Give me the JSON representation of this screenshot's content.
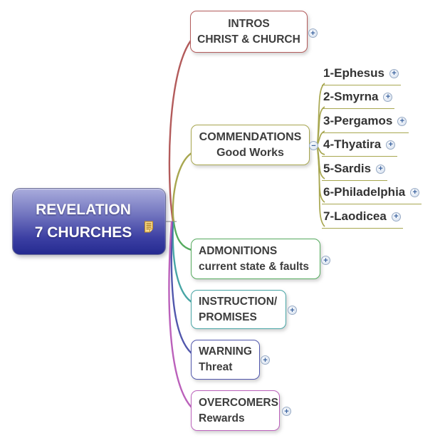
{
  "central": {
    "line1": "REVELATION",
    "line2": "7 CHURCHES",
    "note_icon": "notes-icon",
    "bg_gradient_top": "#a9acdc",
    "bg_gradient_bottom": "#252a90",
    "text_color": "#ffffff"
  },
  "branches": [
    {
      "id": "intros",
      "line1": "INTROS",
      "line2": "CHRIST & CHURCH",
      "color": "#b35b5b"
    },
    {
      "id": "commendations",
      "line1": "COMMENDATIONS",
      "line2": "Good Works",
      "color": "#a8a750"
    },
    {
      "id": "admonitions",
      "line1": "ADMONITIONS",
      "line2": "current state & faults",
      "color": "#56ab5f"
    },
    {
      "id": "instruction",
      "line1": "INSTRUCTION/",
      "line2": "PROMISES",
      "color": "#48a5a5"
    },
    {
      "id": "warning",
      "line1": "WARNING",
      "line2": "Threat",
      "color": "#5157ac"
    },
    {
      "id": "overcomers",
      "line1": "OVERCOMERS",
      "line2": "Rewards",
      "color": "#bb61bb"
    }
  ],
  "churches": [
    {
      "label": "1-Ephesus"
    },
    {
      "label": "2-Smyrna"
    },
    {
      "label": "3-Pergamos"
    },
    {
      "label": "4-Thyatira"
    },
    {
      "label": "5-Sardis"
    },
    {
      "label": "6-Philadelphia"
    },
    {
      "label": "7-Laodicea"
    }
  ],
  "icons": {
    "expand": "+",
    "collapse": "−"
  }
}
